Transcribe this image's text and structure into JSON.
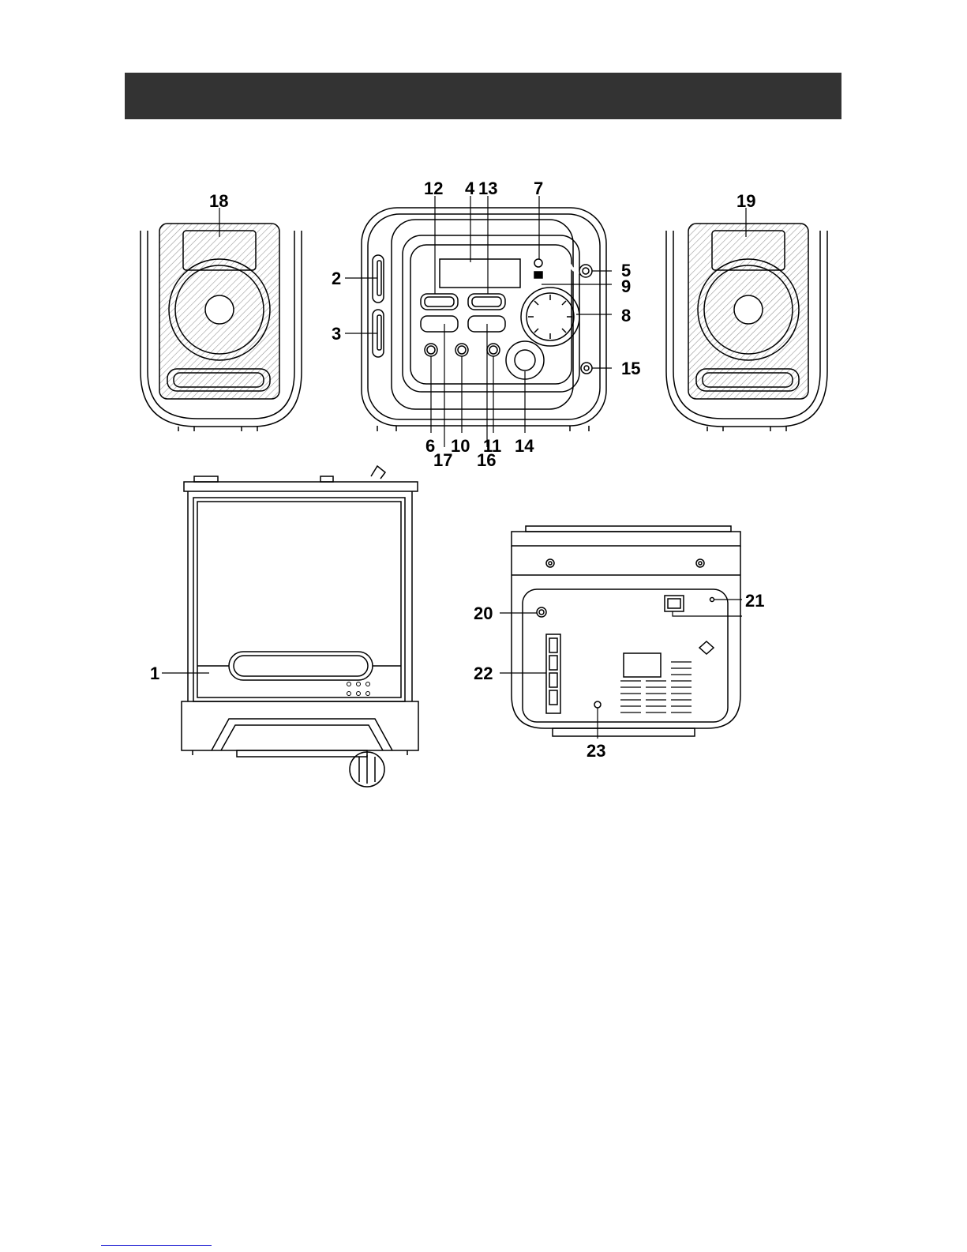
{
  "header": {
    "title": ""
  },
  "callouts": {
    "c1": "1",
    "c2": "2",
    "c3": "3",
    "c4": "4",
    "c5": "5",
    "c6": "6",
    "c7": "7",
    "c8": "8",
    "c9": "9",
    "c10": "10",
    "c11": "11",
    "c12": "12",
    "c13": "13",
    "c14": "14",
    "c15": "15",
    "c16": "16",
    "c17": "17",
    "c18": "18",
    "c19": "19",
    "c20": "20",
    "c21": "21",
    "c22": "22",
    "c23": "23"
  },
  "colors": {
    "header_bar": "#333333",
    "line": "#000000",
    "hatch": "#888888",
    "footer_rule": "#0000cc"
  }
}
